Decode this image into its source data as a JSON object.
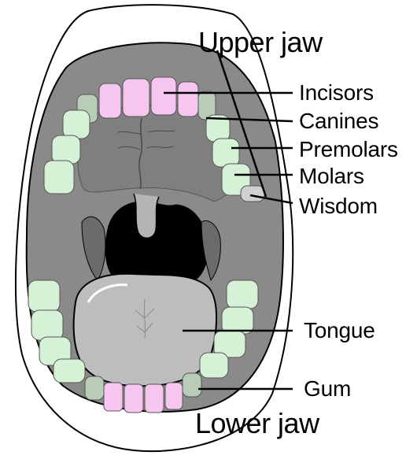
{
  "labels": {
    "upper_jaw": "Upper jaw",
    "incisors": "Incisors",
    "canines": "Canines",
    "premolars": "Premolars",
    "molars": "Molars",
    "wisdom": "Wisdom",
    "tongue": "Tongue",
    "gum": "Gum",
    "lower_jaw": "Lower jaw"
  },
  "colors": {
    "outline": "#000000",
    "lip": "#ffffff",
    "mouth_cavity": "#8a8a8a",
    "gum": "#a9a9a9",
    "palate": "#7f7f7f",
    "throat": "#000000",
    "tongue": "#bdbdbd",
    "incisor": "#f7c6f0",
    "molar": "#d6f2d6",
    "canine": "#b8ccb8"
  }
}
